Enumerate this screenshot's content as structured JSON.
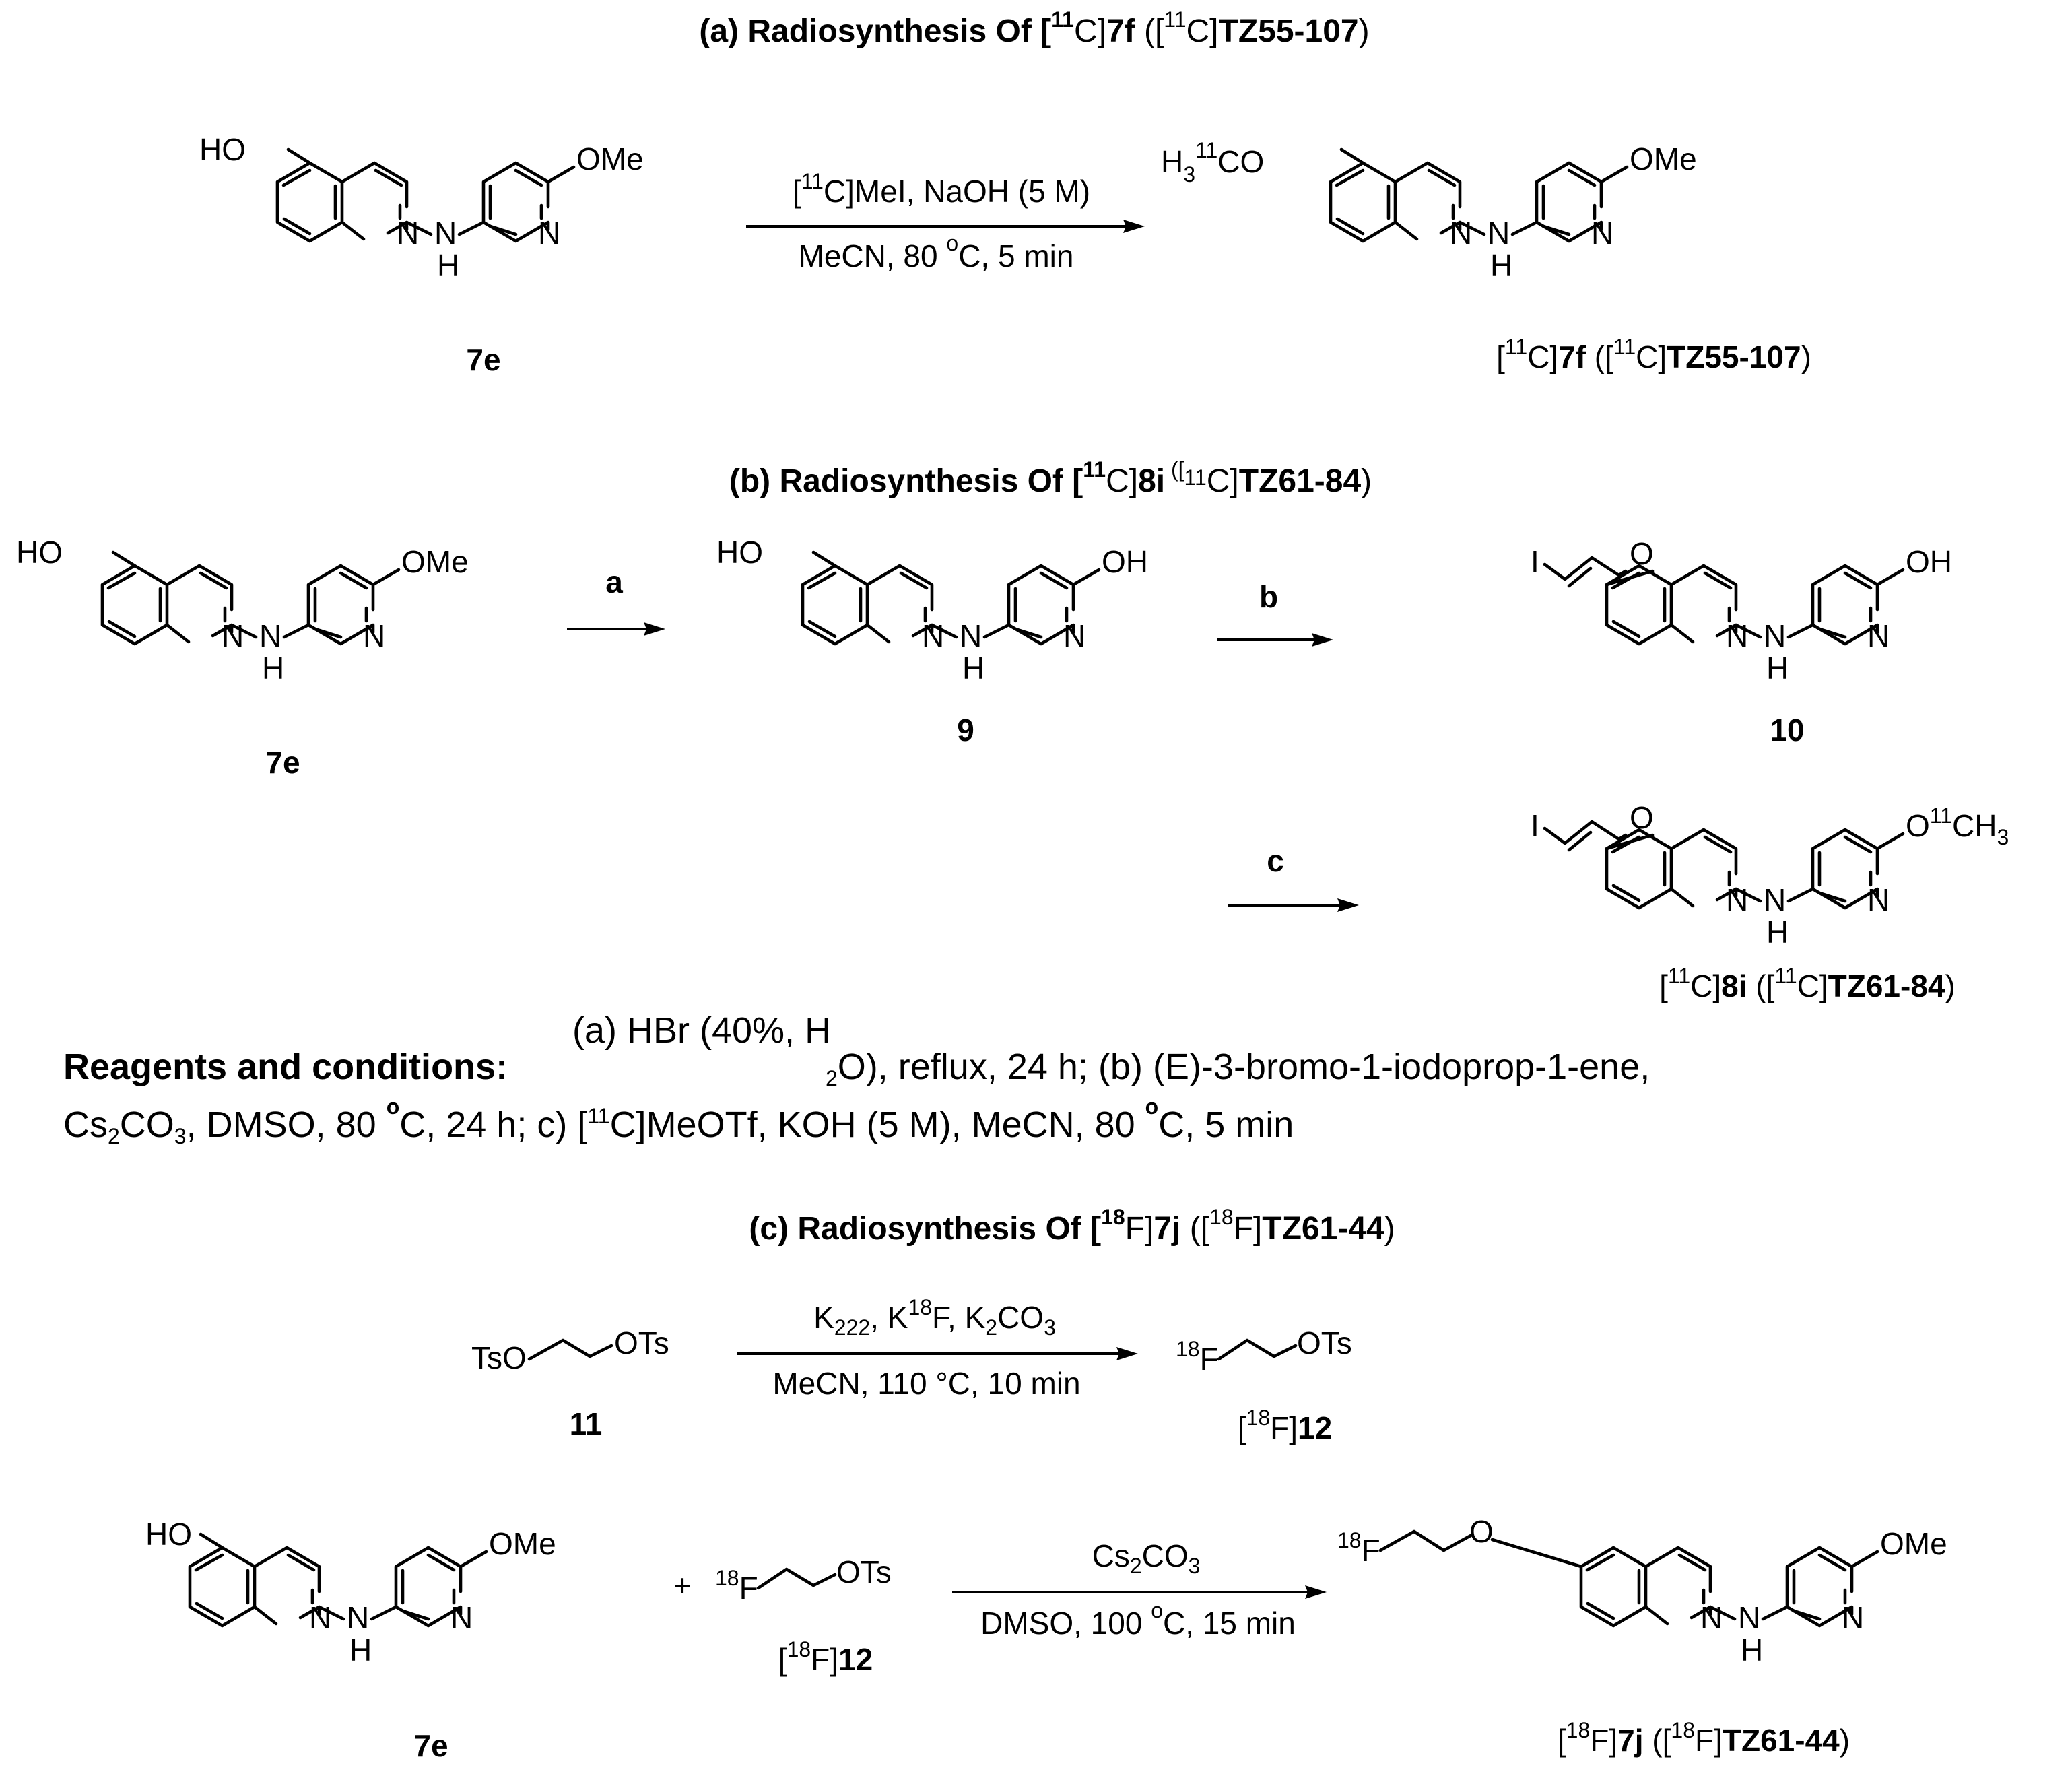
{
  "headers": {
    "a": {
      "prefix": "(a) Radiosynthesis Of [",
      "iso": "11",
      "mid": "C]",
      "bold1": "7f",
      "paren_open": " ([",
      "iso2": "11",
      "mid2": "C]",
      "bold2": "TZ55-107",
      "close": ")"
    },
    "b": {
      "prefix": "(b) Radiosynthesis Of [",
      "iso": "11",
      "mid": "C]",
      "bold1": "8i",
      "paren_open": " ([",
      "iso2": "11",
      "mid2": "C]",
      "bold2": "TZ61-84",
      "close": ")"
    },
    "c": {
      "prefix": "(c) Radiosynthesis Of [",
      "iso": "18",
      "mid": "F]",
      "bold1": "7j",
      "paren_open": " ([",
      "iso2": "18",
      "mid2": "F]",
      "bold2": "TZ61-44",
      "close": ")"
    }
  },
  "atoms": {
    "ho": "HO",
    "ome": "OMe",
    "oh": "OH",
    "n": "N",
    "h": "H",
    "o": "O",
    "i": "I",
    "h3_11co_h": "H",
    "h3_11co_3": "3",
    "h3_11co_11": "11",
    "h3_11co_co": "CO",
    "o11ch3_o": "O",
    "o11ch3_11": "11",
    "o11ch3_ch": "CH",
    "o11ch3_3": "3",
    "tso": "TsO",
    "ots": "OTs",
    "f18_mass": "18",
    "f18_f": "F",
    "plus": "+"
  },
  "compounds": {
    "c7e": "7e",
    "c9": "9",
    "c10": "10",
    "c11": "11",
    "c7f": {
      "pre": "[",
      "iso": "11",
      "mid": "C]",
      "bold1": "7f",
      "paren": " ([",
      "iso2": "11",
      "mid2": "C]",
      "bold2": "TZ55-107",
      "close": ")"
    },
    "c8i": {
      "pre": "[",
      "iso": "11",
      "mid": "C]",
      "bold1": "8i",
      "paren": " ([",
      "iso2": "11",
      "mid2": "C]",
      "bold2": "TZ61-84",
      "close": ")"
    },
    "c7j": {
      "pre": "[",
      "iso": "18",
      "mid": "F]",
      "bold1": "7j",
      "paren": " ([",
      "iso2": "18",
      "mid2": "F]",
      "bold2": "TZ61-44",
      "close": ")"
    },
    "c12": {
      "pre": "[",
      "iso": "18",
      "mid": "F]",
      "bold1": "12"
    }
  },
  "arrows": {
    "a_top": {
      "pre": "[",
      "iso": "11",
      "post": "C]MeI, NaOH (5 M)"
    },
    "a_bottom": {
      "pre": "MeCN, 80 ",
      "deg": "o",
      "post": "C, 5 min"
    },
    "b_a": "a",
    "b_b": "b",
    "b_c": "c",
    "c1_top": {
      "k": "K",
      "k_sub": "222",
      "mid": ", K",
      "iso": "18",
      "post": "F, K",
      "sub2": "2",
      "post2": "CO",
      "sub3": "3"
    },
    "c1_bottom": "MeCN, 110 °C, 10 min",
    "c2_top": {
      "pre": "Cs",
      "sub": "2",
      "mid": "CO",
      "sub2": "3"
    },
    "c2_bottom": {
      "pre": "DMSO, 100 ",
      "deg": "o",
      "post": "C, 15 min"
    }
  },
  "conditions": {
    "label": "Reagents and conditions:",
    "l1_a": "(a) HBr (40%, H",
    "l1_b": "2",
    "l1_c": "O), reflux, 24 h; (b) (E)-3-bromo-1-iodoprop-1-ene,",
    "l2_cs": "Cs",
    "l2_sub": "2",
    "l2_b": "CO",
    "l2_sub2": "3",
    "l2_c": ", DMSO, 80 ",
    "l2_deg": "o",
    "l2_d": "C, 24 h; c) [",
    "l2_iso": "11",
    "l2_e": "C]MeOTf, KOH (5 M), MeCN, 80 ",
    "l2_deg2": "o",
    "l2_f": "C, 5 min"
  }
}
